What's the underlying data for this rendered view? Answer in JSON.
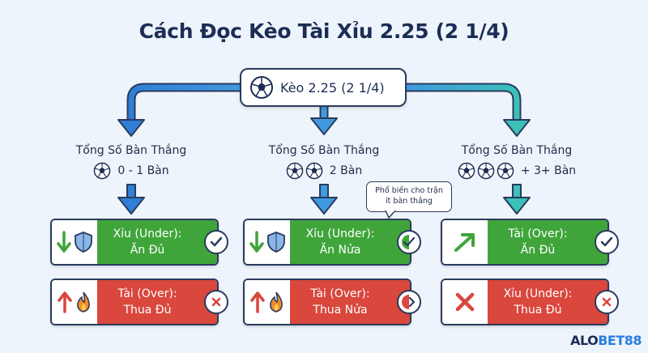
{
  "title": "Cách Đọc Kèo Tài Xỉu 2.25 (2 1/4)",
  "root": {
    "label": "Kèo 2.25 (2 1/4)",
    "icon": "soccer-ball-icon"
  },
  "tooltip": {
    "line1": "Phổ biến cho trận",
    "line2": "ít bàn thắng"
  },
  "columns": [
    {
      "heading": "Tổng Số Bàn Thắng",
      "goals": "0 - 1 Bàn",
      "ball_count": 1,
      "arrow_color": "#2f7fd6",
      "top_card": {
        "line1": "Xỉu (Under):",
        "line2": "Ăn Đủ",
        "color": "#3fa53a",
        "icon": "arrow-down-icon",
        "icon2": "shield-icon",
        "badge": "check-icon"
      },
      "bottom_card": {
        "line1": "Tài (Over):",
        "line2": "Thua Đủ",
        "color": "#d9473d",
        "icon": "arrow-up-icon",
        "icon2": "fire-icon",
        "badge": "x-icon"
      }
    },
    {
      "heading": "Tổng Số Bàn Thắng",
      "goals": "2 Bàn",
      "ball_count": 2,
      "arrow_color": "#3f9ae0",
      "top_card": {
        "line1": "Xỉu (Under):",
        "line2": "Ăn Nửa",
        "color": "#3fa53a",
        "icon": "arrow-down-icon",
        "icon2": "shield-icon",
        "badge": "half-check-icon"
      },
      "bottom_card": {
        "line1": "Tài (Over):",
        "line2": "Thua Nửa",
        "color": "#d9473d",
        "icon": "arrow-up-icon",
        "icon2": "fire-icon",
        "badge": "half-x-icon"
      }
    },
    {
      "heading": "Tổng Số Bàn Thắng",
      "goals": "+ 3+ Bàn",
      "ball_count": 3,
      "arrow_color": "#3cc0b8",
      "top_card": {
        "line1": "Tài (Over):",
        "line2": "Ăn Đủ",
        "color": "#3fa53a",
        "icon": "arrow-up-right-icon",
        "badge": "check-icon"
      },
      "bottom_card": {
        "line1": "Xỉu (Under):",
        "line2": "Thua Đủ",
        "color": "#d9473d",
        "icon": "red-x-icon",
        "badge": "x-icon"
      }
    }
  ],
  "logo": {
    "part1": "ALO",
    "part2": "BET88"
  }
}
